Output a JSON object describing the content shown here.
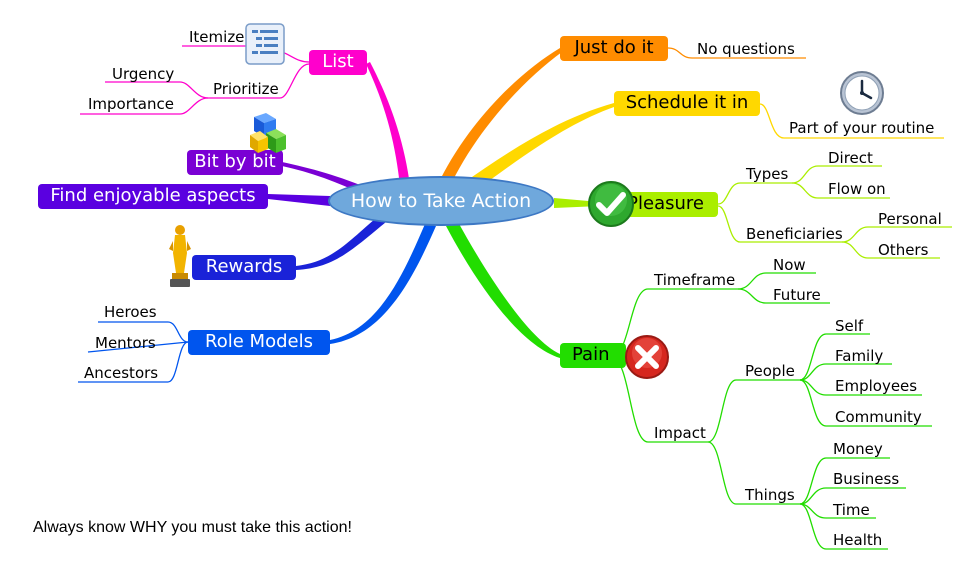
{
  "central_topic": "How to Take Action",
  "branches": {
    "list": {
      "label": "List",
      "children": {
        "itemize": "Itemize",
        "prioritize": "Prioritize",
        "urgency": "Urgency",
        "importance": "Importance"
      },
      "color": "#ff00cc"
    },
    "bit_by_bit": {
      "label": "Bit by bit",
      "color": "#7a00d4"
    },
    "find_enjoyable": {
      "label": "Find enjoyable aspects",
      "color": "#5a00e0"
    },
    "rewards": {
      "label": "Rewards",
      "color": "#1a22d8"
    },
    "role_models": {
      "label": "Role Models",
      "children": {
        "heroes": "Heroes",
        "mentors": "Mentors",
        "ancestors": "Ancestors"
      },
      "color": "#0055ee"
    },
    "just_do_it": {
      "label": "Just do it",
      "children": {
        "no_questions": "No questions"
      },
      "color": "#ff8c00"
    },
    "schedule": {
      "label": "Schedule it in",
      "children": {
        "part_routine": "Part of your routine"
      },
      "color": "#ffd800"
    },
    "pleasure": {
      "label": "Pleasure",
      "children": {
        "types": "Types",
        "direct": "Direct",
        "flow_on": "Flow on",
        "beneficiaries": "Beneficiaries",
        "personal": "Personal",
        "others": "Others"
      },
      "color": "#aaee00"
    },
    "pain": {
      "label": "Pain",
      "children": {
        "timeframe": "Timeframe",
        "now": "Now",
        "future": "Future",
        "impact": "Impact",
        "people": "People",
        "self": "Self",
        "family": "Family",
        "employees": "Employees",
        "community": "Community",
        "things": "Things",
        "money": "Money",
        "business": "Business",
        "time": "Time",
        "health": "Health"
      },
      "color": "#22dd00"
    }
  },
  "footer_note": "Always know WHY you must take this action!",
  "icons": [
    "list-document-icon",
    "blocks-icon",
    "trophy-icon",
    "clock-icon",
    "checkmark-icon",
    "cross-icon"
  ]
}
